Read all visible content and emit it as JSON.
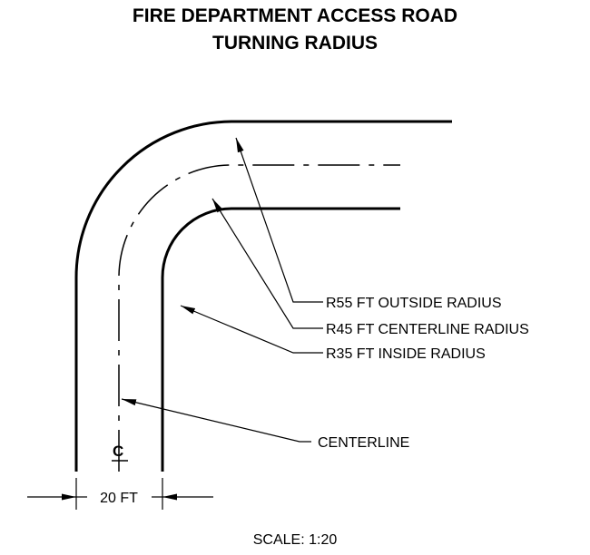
{
  "title": {
    "line1": "FIRE DEPARTMENT ACCESS ROAD",
    "line2": "TURNING RADIUS"
  },
  "labels": {
    "outside": "R55 FT OUTSIDE RADIUS",
    "centerline_radius": "R45 FT CENTERLINE RADIUS",
    "inside": "R35 FT INSIDE RADIUS",
    "centerline": "CENTERLINE",
    "cl_symbol": "C",
    "width": "20 FT"
  },
  "scale": "SCALE: 1:20"
}
